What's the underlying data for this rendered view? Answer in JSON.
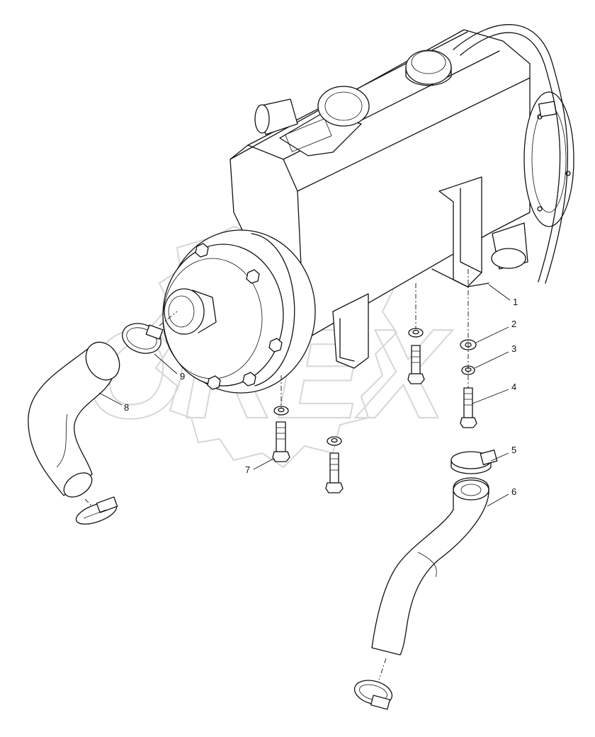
{
  "watermark": {
    "text": "OREX"
  },
  "callouts": [
    {
      "id": 1,
      "label": "1"
    },
    {
      "id": 2,
      "label": "2"
    },
    {
      "id": 3,
      "label": "3"
    },
    {
      "id": 4,
      "label": "4"
    },
    {
      "id": 5,
      "label": "5"
    },
    {
      "id": 6,
      "label": "6"
    },
    {
      "id": 7,
      "label": "7"
    },
    {
      "id": 8,
      "label": "8"
    },
    {
      "id": 9,
      "label": "9"
    }
  ]
}
